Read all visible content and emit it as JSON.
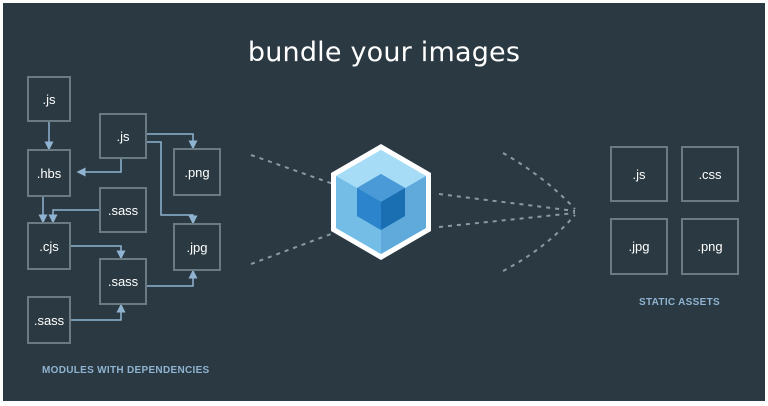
{
  "title": "bundle your images",
  "modules": {
    "js1": ".js",
    "hbs": ".hbs",
    "js2": ".js",
    "png": ".png",
    "sass1": ".sass",
    "cjs": ".cjs",
    "jpg": ".jpg",
    "sass2": ".sass",
    "sass3": ".sass"
  },
  "modules_caption": "MODULES WITH DEPENDENCIES",
  "assets": {
    "js": ".js",
    "css": ".css",
    "jpg": ".jpg",
    "png": ".png"
  },
  "assets_caption": "STATIC ASSETS",
  "colors": {
    "background": "#2b3a42",
    "box_border": "#6b7b84",
    "connector": "#8fb3d1",
    "cube_outer": "#8ed6fb",
    "cube_inner": "#1c78c0"
  }
}
